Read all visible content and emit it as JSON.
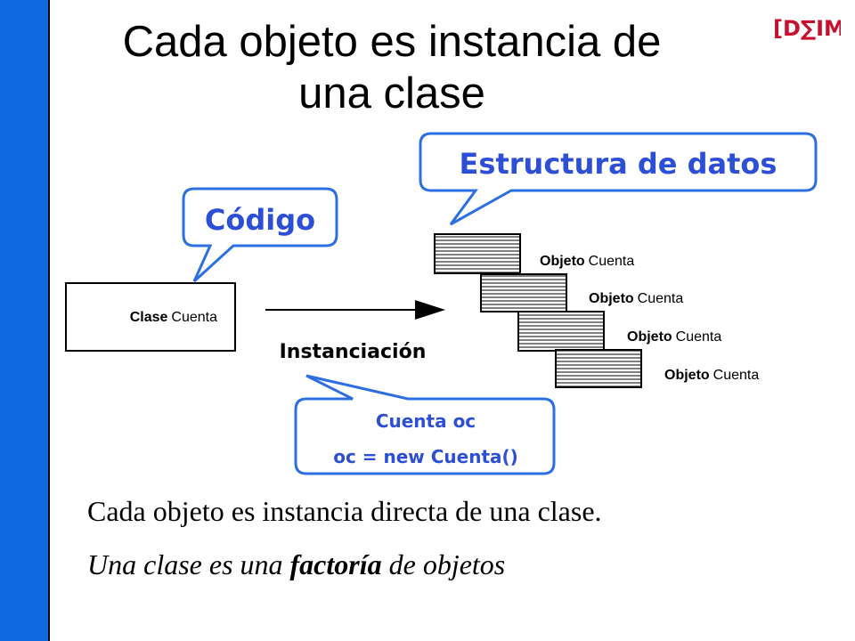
{
  "title": {
    "line1": "Cada objeto es instancia de",
    "line2": "una clase"
  },
  "logo": {
    "text": "[D∑IM]",
    "color": "#c8102e"
  },
  "callouts": {
    "codigo": "Código",
    "estructura": "Estructura de datos",
    "code_line1": "Cuenta oc",
    "code_line2": "oc = new Cuenta()"
  },
  "clase_box": {
    "bold": "Clase",
    "name": "Cuenta"
  },
  "arrow_label": "Instanciación",
  "objects": [
    {
      "bold": "Objeto",
      "name": "Cuenta"
    },
    {
      "bold": "Objeto",
      "name": "Cuenta"
    },
    {
      "bold": "Objeto",
      "name": "Cuenta"
    },
    {
      "bold": "Objeto",
      "name": "Cuenta"
    }
  ],
  "body": {
    "line1": "Cada objeto es instancia directa de una clase.",
    "line2_pre": "Una clase es una ",
    "line2_bold": "factoría",
    "line2_post": " de objetos"
  },
  "colors": {
    "sidebar": "#0f6ae0",
    "callout_border": "#2c6fe0",
    "callout_text": "#2c4fd6"
  }
}
